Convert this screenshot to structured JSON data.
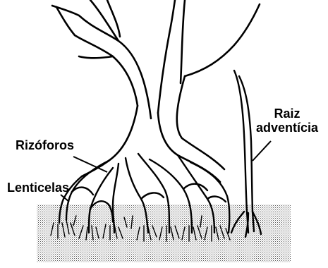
{
  "labels": {
    "rizoforos": "Rizóforos",
    "lenticelas": "Lenticelas",
    "raiz_line1": "Raiz",
    "raiz_line2": "adventícia"
  },
  "colors": {
    "ink": "#000000",
    "paper": "#ffffff",
    "mud_dot": "#555555"
  }
}
